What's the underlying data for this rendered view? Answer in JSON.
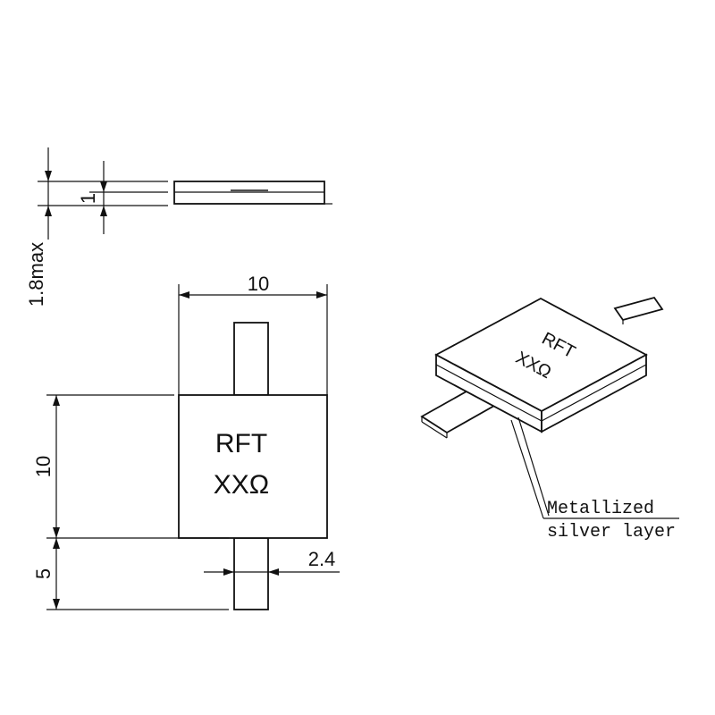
{
  "side_view": {
    "thickness_label": "1",
    "max_height_label": "1.8max"
  },
  "top_view": {
    "width_label": "10",
    "height_label": "10",
    "lead_length_label": "5",
    "lead_width_label": "2.4",
    "marking_line1": "RFT",
    "marking_line2": "XXΩ"
  },
  "iso_view": {
    "marking_line1": "RFT",
    "marking_line2": "XXΩ",
    "callout_line1": "Metallized",
    "callout_line2": "silver layer"
  }
}
